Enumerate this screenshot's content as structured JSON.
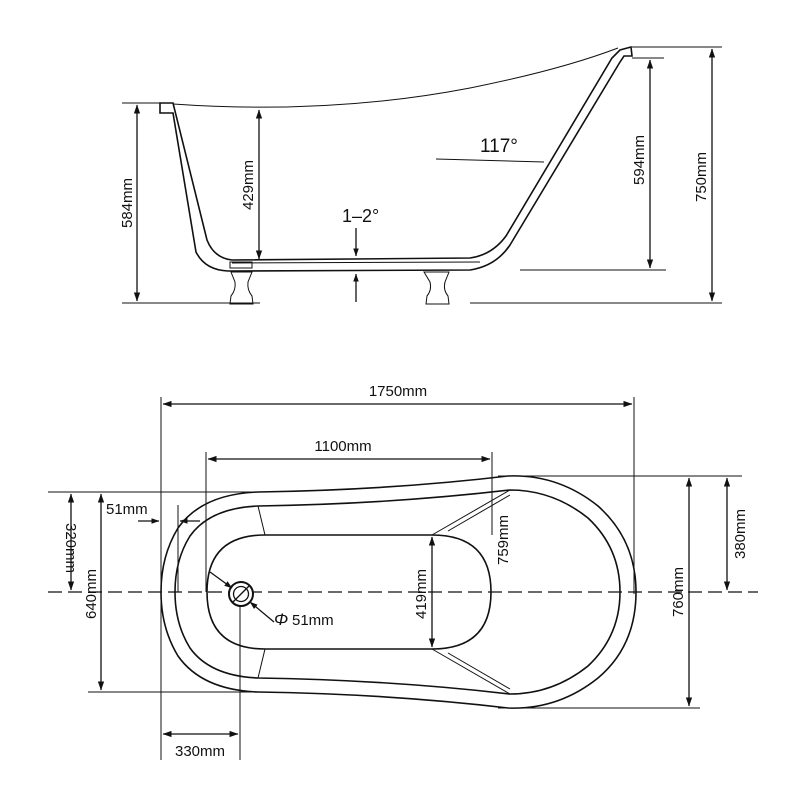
{
  "side_view": {
    "height_left": "584mm",
    "inner_depth": "429mm",
    "backrest_angle": "117°",
    "slope": "1–2°",
    "backrest_height": "594mm",
    "total_height": "750mm"
  },
  "top_view": {
    "total_length": "1750mm",
    "inner_length": "1100mm",
    "rim_offset": "51mm",
    "half_width": "320mm",
    "foot_width": "640mm",
    "basin_width": "419mm",
    "inner_flat_length": "759mm",
    "head_half_width": "380mm",
    "head_width": "760mm",
    "drain_diameter": "51mm",
    "drain_diameter_symbol": "Φ",
    "drain_offset": "330mm"
  }
}
